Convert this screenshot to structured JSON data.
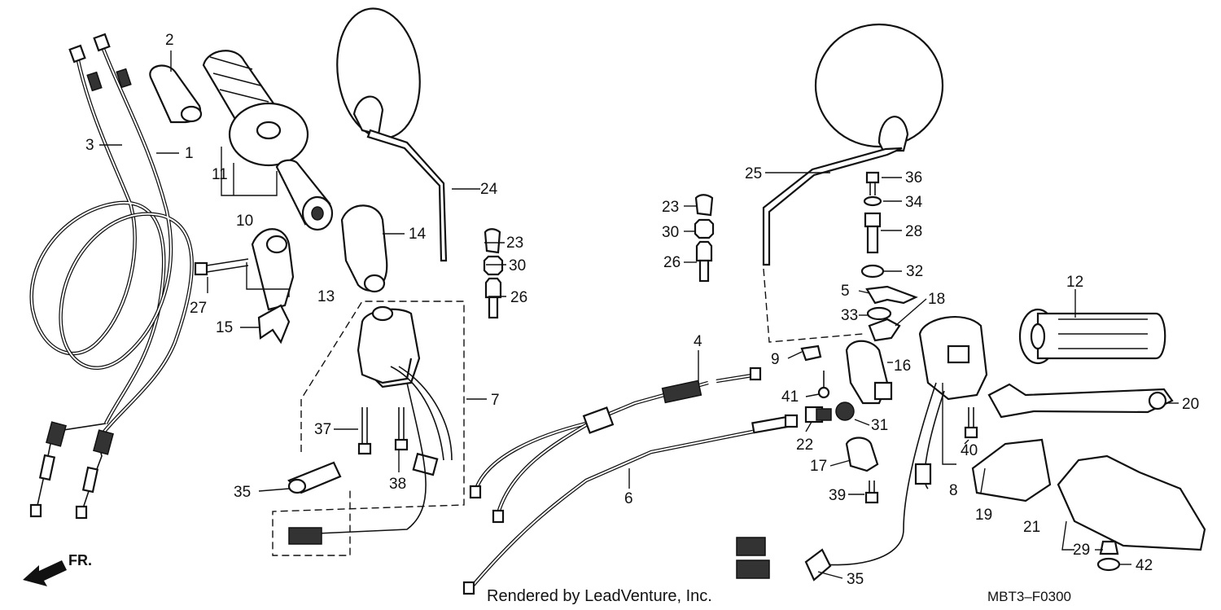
{
  "callouts": [
    "1",
    "2",
    "3",
    "4",
    "5",
    "6",
    "7",
    "8",
    "9",
    "10",
    "11",
    "12",
    "13",
    "14",
    "15",
    "16",
    "17",
    "18",
    "19",
    "20",
    "21",
    "22",
    "23",
    "23",
    "24",
    "25",
    "26",
    "26",
    "27",
    "28",
    "29",
    "30",
    "30",
    "31",
    "32",
    "33",
    "34",
    "35",
    "35",
    "36",
    "37",
    "38",
    "39",
    "40",
    "41",
    "42"
  ],
  "direction_label": "FR.",
  "footer_credit": "Rendered by LeadVenture, Inc.",
  "diagram_code": "MBT3–F0300"
}
